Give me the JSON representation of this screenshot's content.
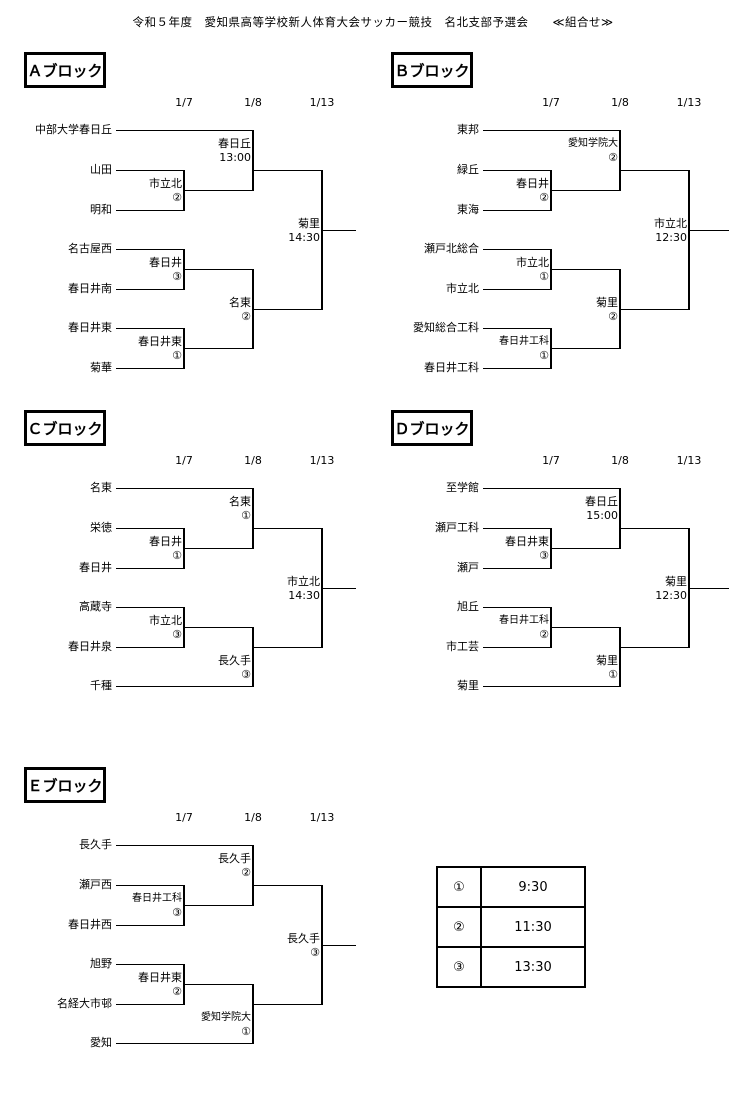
{
  "header": {
    "title": "令和５年度　愛知県高等学校新人体育大会サッカー競技　名北支部予選会　　≪組合せ≫"
  },
  "blocks": [
    {
      "label": "Ａブロック",
      "rounds": [
        "1/7",
        "1/8",
        "1/13"
      ],
      "teams": [
        "中部大学春日丘",
        "山田",
        "明和",
        "名古屋西",
        "春日井南",
        "春日井東",
        "菊華"
      ],
      "r1": [
        {
          "name": "市立北",
          "num": "②"
        },
        {
          "name": "春日井",
          "num": "③"
        },
        {
          "name": "春日井東",
          "num": "①"
        }
      ],
      "r2": [
        {
          "name": "春日丘",
          "num": "13:00"
        },
        {
          "name": "名東",
          "num": "②"
        }
      ],
      "final": {
        "name": "菊里",
        "num": "14:30"
      }
    },
    {
      "label": "Ｂブロック",
      "rounds": [
        "1/7",
        "1/8",
        "1/13"
      ],
      "teams": [
        "東邦",
        "緑丘",
        "東海",
        "瀬戸北総合",
        "市立北",
        "愛知総合工科",
        "春日井工科"
      ],
      "r1": [
        {
          "name": "春日井",
          "num": "②"
        },
        {
          "name": "市立北",
          "num": "①"
        },
        {
          "name": "春日井工科",
          "num": "①"
        }
      ],
      "r2": [
        {
          "name": "愛知学院大",
          "num": "②"
        },
        {
          "name": "菊里",
          "num": "②"
        }
      ],
      "final": {
        "name": "市立北",
        "num": "12:30"
      }
    },
    {
      "label": "Ｃブロック",
      "rounds": [
        "1/7",
        "1/8",
        "1/13"
      ],
      "teams": [
        "名東",
        "栄徳",
        "春日井",
        "高蔵寺",
        "春日井泉",
        "千種"
      ],
      "r1": [
        {
          "name": "春日井",
          "num": "①"
        },
        {
          "name": "市立北",
          "num": "③"
        }
      ],
      "r2": [
        {
          "name": "名東",
          "num": "①"
        },
        {
          "name": "長久手",
          "num": "③"
        }
      ],
      "final": {
        "name": "市立北",
        "num": "14:30"
      }
    },
    {
      "label": "Ｄブロック",
      "rounds": [
        "1/7",
        "1/8",
        "1/13"
      ],
      "teams": [
        "至学館",
        "瀬戸工科",
        "瀬戸",
        "旭丘",
        "市工芸",
        "菊里"
      ],
      "r1": [
        {
          "name": "春日井東",
          "num": "③"
        },
        {
          "name": "春日井工科",
          "num": "②"
        }
      ],
      "r2": [
        {
          "name": "春日丘",
          "num": "15:00"
        },
        {
          "name": "菊里",
          "num": "①"
        }
      ],
      "final": {
        "name": "菊里",
        "num": "12:30"
      }
    },
    {
      "label": "Ｅブロック",
      "rounds": [
        "1/7",
        "1/8",
        "1/13"
      ],
      "teams": [
        "長久手",
        "瀬戸西",
        "春日井西",
        "旭野",
        "名経大市邨",
        "愛知"
      ],
      "r1": [
        {
          "name": "春日井工科",
          "num": "③"
        },
        {
          "name": "春日井東",
          "num": "②"
        }
      ],
      "r2": [
        {
          "name": "長久手",
          "num": "②"
        },
        {
          "name": "愛知学院大",
          "num": "①"
        }
      ],
      "final": {
        "name": "長久手",
        "num": "③"
      }
    }
  ],
  "schedule": [
    {
      "num": "①",
      "time": "9:30"
    },
    {
      "num": "②",
      "time": "11:30"
    },
    {
      "num": "③",
      "time": "13:30"
    }
  ]
}
